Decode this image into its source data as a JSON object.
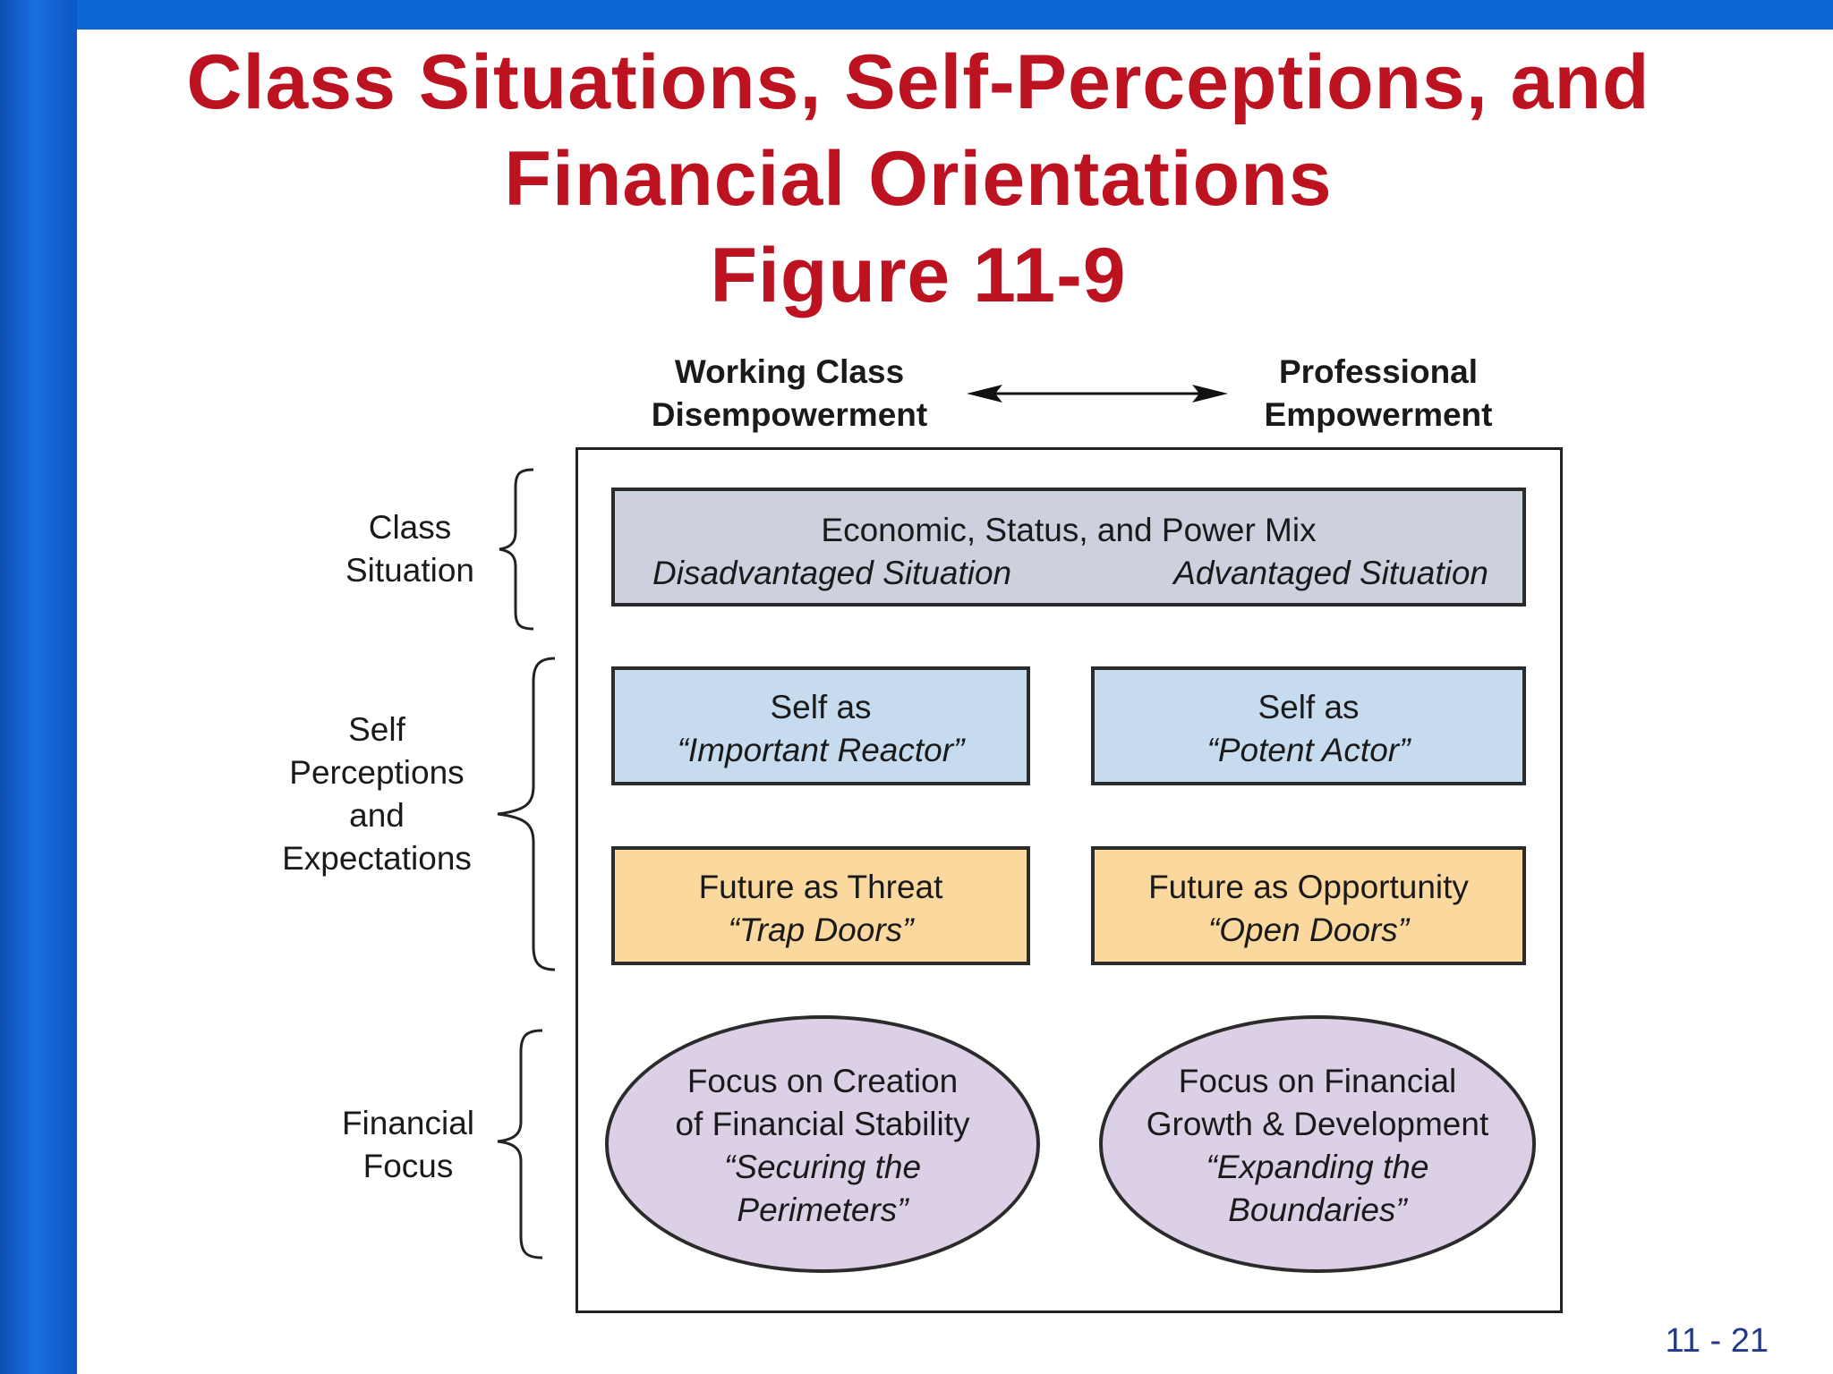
{
  "title": {
    "line1": "Class Situations, Self-Perceptions, and",
    "line2": "Financial Orientations",
    "line3": "Figure 11-9"
  },
  "headers": {
    "left_line1": "Working Class",
    "left_line2": "Disempowerment",
    "right_line1": "Professional",
    "right_line2": "Empowerment"
  },
  "side_labels": {
    "class_situation": [
      "Class",
      "Situation"
    ],
    "self_perceptions": [
      "Self",
      "Perceptions",
      "and",
      "Expectations"
    ],
    "financial_focus": [
      "Financial",
      "Focus"
    ]
  },
  "boxes": {
    "mix": {
      "title": "Economic, Status, and Power Mix",
      "left": "Disadvantaged Situation",
      "right": "Advantaged Situation"
    },
    "self_left": {
      "line1": "Self as",
      "line2": "“Important Reactor”"
    },
    "self_right": {
      "line1": "Self as",
      "line2": "“Potent Actor”"
    },
    "future_left": {
      "line1": "Future as Threat",
      "line2": "“Trap Doors”"
    },
    "future_right": {
      "line1": "Future as Opportunity",
      "line2": "“Open Doors”"
    },
    "focus_left": {
      "line1": "Focus on Creation",
      "line2": "of Financial Stability",
      "line3": "“Securing the",
      "line4": "Perimeters”"
    },
    "focus_right": {
      "line1": "Focus on Financial",
      "line2": "Growth & Development",
      "line3": "“Expanding the",
      "line4": "Boundaries”"
    }
  },
  "slide_number": "11 - 21",
  "colors": {
    "title": "#bd1220",
    "sidebar": "#0d66d4",
    "gray_box": "#cdd1dd",
    "blue_box": "#c7dbef",
    "orange_box": "#fbd89e",
    "purple_ellipse": "#dcd0e6",
    "slide_number": "#233a8a"
  }
}
